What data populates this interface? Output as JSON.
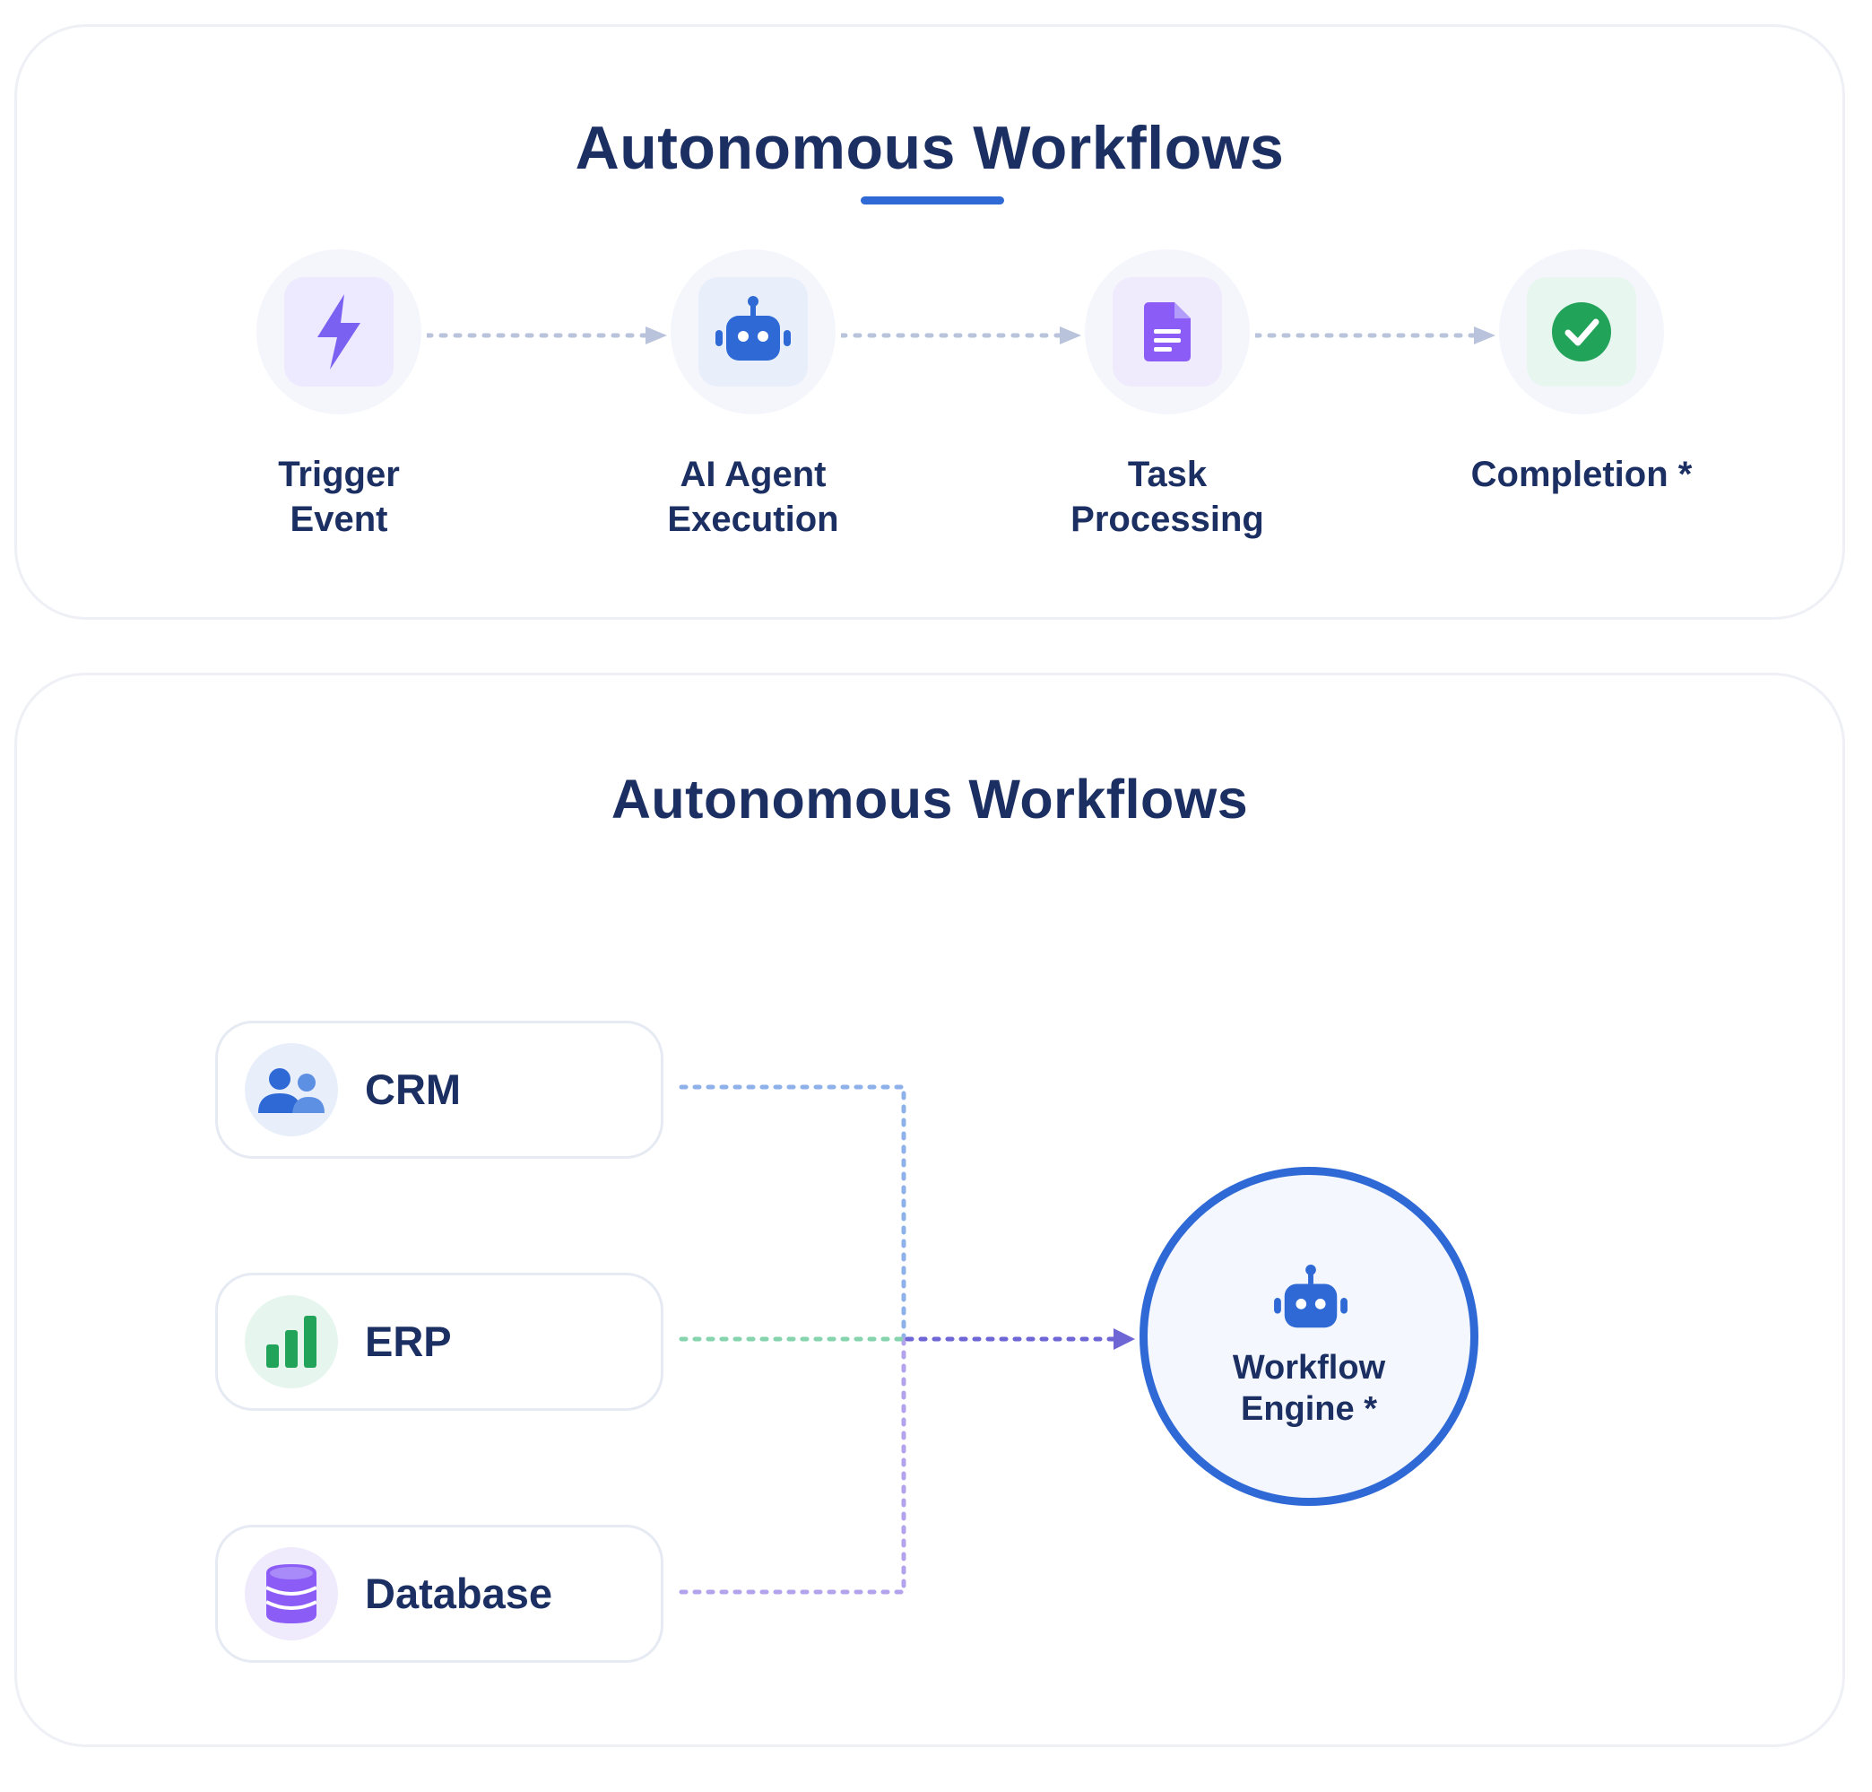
{
  "top_section": {
    "title": "Autonomous Workflows",
    "steps": [
      {
        "label": "Trigger\nEvent",
        "icon": "lightning-bolt-icon",
        "tile_color": "#ede9fe",
        "icon_color": "#7b61f2"
      },
      {
        "label": "AI Agent\nExecution",
        "icon": "robot-icon",
        "tile_color": "#e8effb",
        "icon_color": "#2f69d6"
      },
      {
        "label": "Task\nProcessing",
        "icon": "document-icon",
        "tile_color": "#efeafc",
        "icon_color": "#8b5cf6"
      },
      {
        "label": "Completion *",
        "icon": "check-circle-icon",
        "tile_color": "#e7f6ee",
        "icon_color": "#22a35a"
      }
    ]
  },
  "bottom_section": {
    "title": "Autonomous Workflows",
    "sources": [
      {
        "name": "CRM",
        "icon": "users-icon",
        "badge_color": "#e8effb",
        "line_color": "#8fb1ea"
      },
      {
        "name": "ERP",
        "icon": "bar-chart-icon",
        "badge_color": "#e6f6ee",
        "line_color": "#86d4ae"
      },
      {
        "name": "Database",
        "icon": "database-icon",
        "badge_color": "#efeafc",
        "line_color": "#b3a3ec"
      }
    ],
    "engine": {
      "label": "Workflow\nEngine *",
      "icon": "robot-icon"
    }
  },
  "colors": {
    "title": "#1b2f63",
    "accent": "#2f69d6",
    "arrow": "#b9c3dc",
    "merge_arrow": "#6f66d6"
  }
}
